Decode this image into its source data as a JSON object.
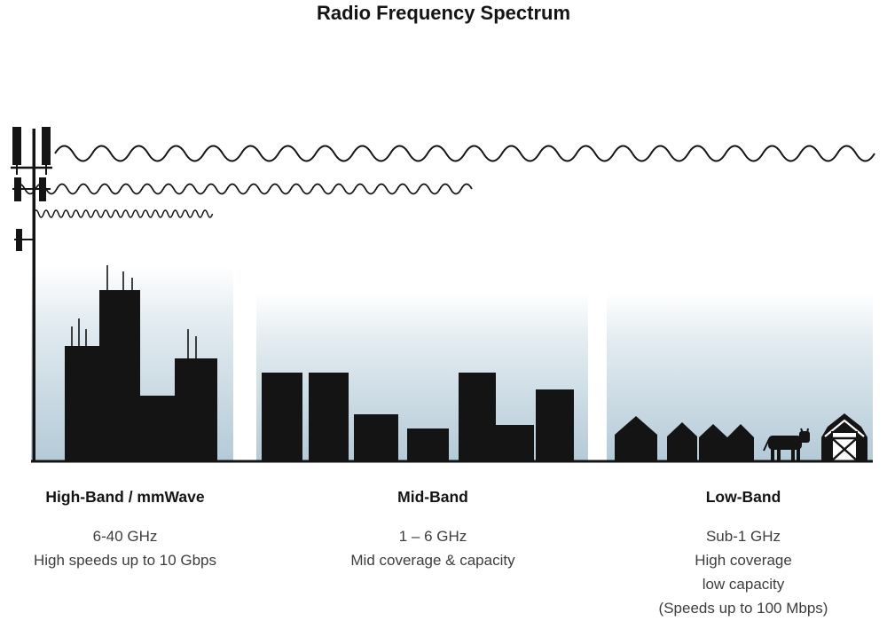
{
  "title": "Radio Frequency Spectrum",
  "bands": [
    {
      "id": "high",
      "label": "High-Band / mmWave",
      "lines": [
        "6-40 GHz",
        "High speeds up to 10 Gbps"
      ]
    },
    {
      "id": "mid",
      "label": "Mid-Band",
      "lines": [
        "1 – 6 GHz",
        "Mid coverage & capacity"
      ]
    },
    {
      "id": "low",
      "label": "Low-Band",
      "lines": [
        "Sub-1 GHz",
        "High coverage",
        "low capacity",
        "(Speeds up to 100 Mbps)"
      ]
    }
  ],
  "icons": {
    "cell_tower": "cell-tower-icon",
    "short_wave": "short-wave-icon",
    "medium_wave": "medium-wave-icon",
    "long_wave": "long-wave-icon",
    "city": "city-skyline-icon",
    "midrise": "midrise-buildings-icon",
    "houses": "houses-icon",
    "cow": "cow-icon",
    "barn": "barn-icon"
  },
  "colors": {
    "ink": "#141414",
    "text": "#3d3d3d",
    "sky_mid": "#e3ecf1",
    "sky_bottom": "#b4cad7"
  }
}
